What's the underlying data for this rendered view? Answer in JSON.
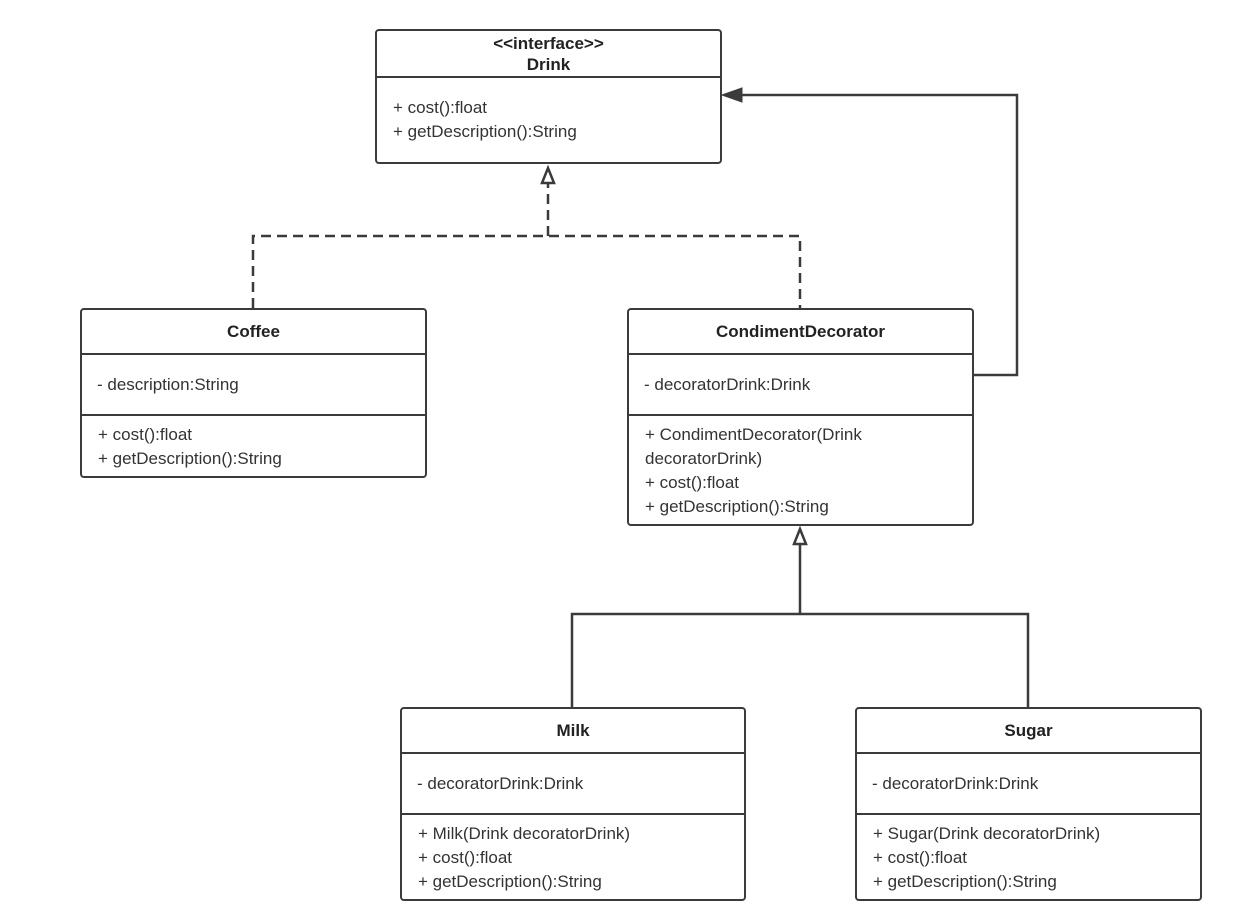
{
  "diagram": {
    "drink": {
      "stereotype": "<<interface>>",
      "name": "Drink",
      "attributes": [],
      "methods": [
        "+ cost():float",
        "+ getDescription():String"
      ]
    },
    "coffee": {
      "name": "Coffee",
      "attributes": [
        "- description:String"
      ],
      "methods": [
        "+ cost():float",
        "+ getDescription():String"
      ]
    },
    "condiment_decorator": {
      "name": "CondimentDecorator",
      "attributes": [
        "- decoratorDrink:Drink"
      ],
      "methods": [
        "+ CondimentDecorator(Drink decoratorDrink)",
        "+ cost():float",
        "+ getDescription():String"
      ]
    },
    "milk": {
      "name": "Milk",
      "attributes": [
        "- decoratorDrink:Drink"
      ],
      "methods": [
        "+ Milk(Drink decoratorDrink)",
        "+ cost():float",
        "+ getDescription():String"
      ]
    },
    "sugar": {
      "name": "Sugar",
      "attributes": [
        "- decoratorDrink:Drink"
      ],
      "methods": [
        "+ Sugar(Drink decoratorDrink)",
        "+ cost():float",
        "+ getDescription():String"
      ]
    },
    "relationships": [
      {
        "from": "Coffee",
        "to": "Drink",
        "type": "realization"
      },
      {
        "from": "CondimentDecorator",
        "to": "Drink",
        "type": "realization"
      },
      {
        "from": "CondimentDecorator",
        "to": "Drink",
        "type": "association"
      },
      {
        "from": "Milk",
        "to": "CondimentDecorator",
        "type": "generalization"
      },
      {
        "from": "Sugar",
        "to": "CondimentDecorator",
        "type": "generalization"
      }
    ]
  }
}
